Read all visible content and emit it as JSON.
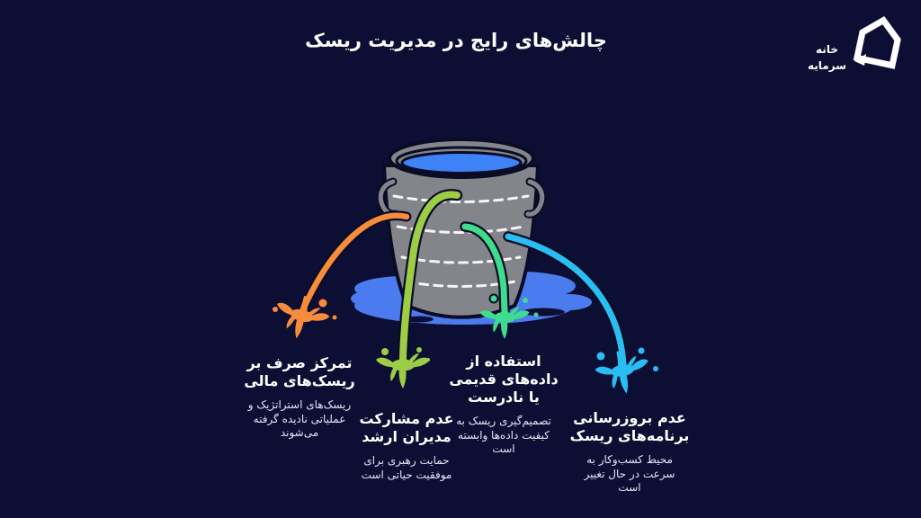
{
  "colors": {
    "background": "#0d0e34",
    "outline": "#0a0c26",
    "bucket": "#84858a",
    "water": "#3d82f6",
    "puddle": "#4a7cf0",
    "orange": "#f68c3c",
    "lime": "#9ccd44",
    "mint": "#3edd8d",
    "cyan": "#29bdf4",
    "text": "#ffffff",
    "text_secondary": "#e4e6f2"
  },
  "header": {
    "title": "چالش‌های رایج در مدیریت ریسک"
  },
  "logo": {
    "name": "خانه\nسرمایه",
    "icon": "khane-sarmaye-house-icon"
  },
  "illustration": {
    "icon": "leaky-bucket-with-water-icon"
  },
  "challenges": [
    {
      "accent": "orange",
      "title": "تمرکز صرف بر\nریسک‌های مالی",
      "description": "ریسک‌های استراتژیک و\nعملیاتی نادیده گرفته\nمی‌شوند"
    },
    {
      "accent": "lime",
      "title": "عدم مشارکت\nمدیران ارشد",
      "description": "حمایت رهبری برای\nموفقیت حیاتی است"
    },
    {
      "accent": "mint",
      "title": "استفاده از\nداده‌های قدیمی\nیا نادرست",
      "description": "تصمیم‌گیری ریسک به\nکیفیت داده‌ها وابسته\nاست"
    },
    {
      "accent": "cyan",
      "title": "عدم بروزرسانی\nبرنامه‌های ریسک",
      "description": "محیط کسب‌وکار به\nسرعت در حال تغییر\nاست"
    }
  ]
}
